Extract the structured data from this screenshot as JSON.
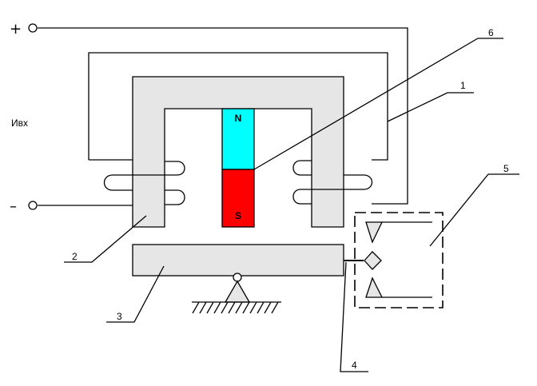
{
  "terminals": {
    "plus": "+",
    "minus": "–"
  },
  "input_label": "Ивх",
  "magnet": {
    "north": "N",
    "south": "S",
    "north_color": "#00ffff",
    "south_color": "#ff0000"
  },
  "callouts": [
    "1",
    "2",
    "3",
    "4",
    "5",
    "6"
  ],
  "colors": {
    "core": "#e6e6e6",
    "line": "#000000"
  }
}
